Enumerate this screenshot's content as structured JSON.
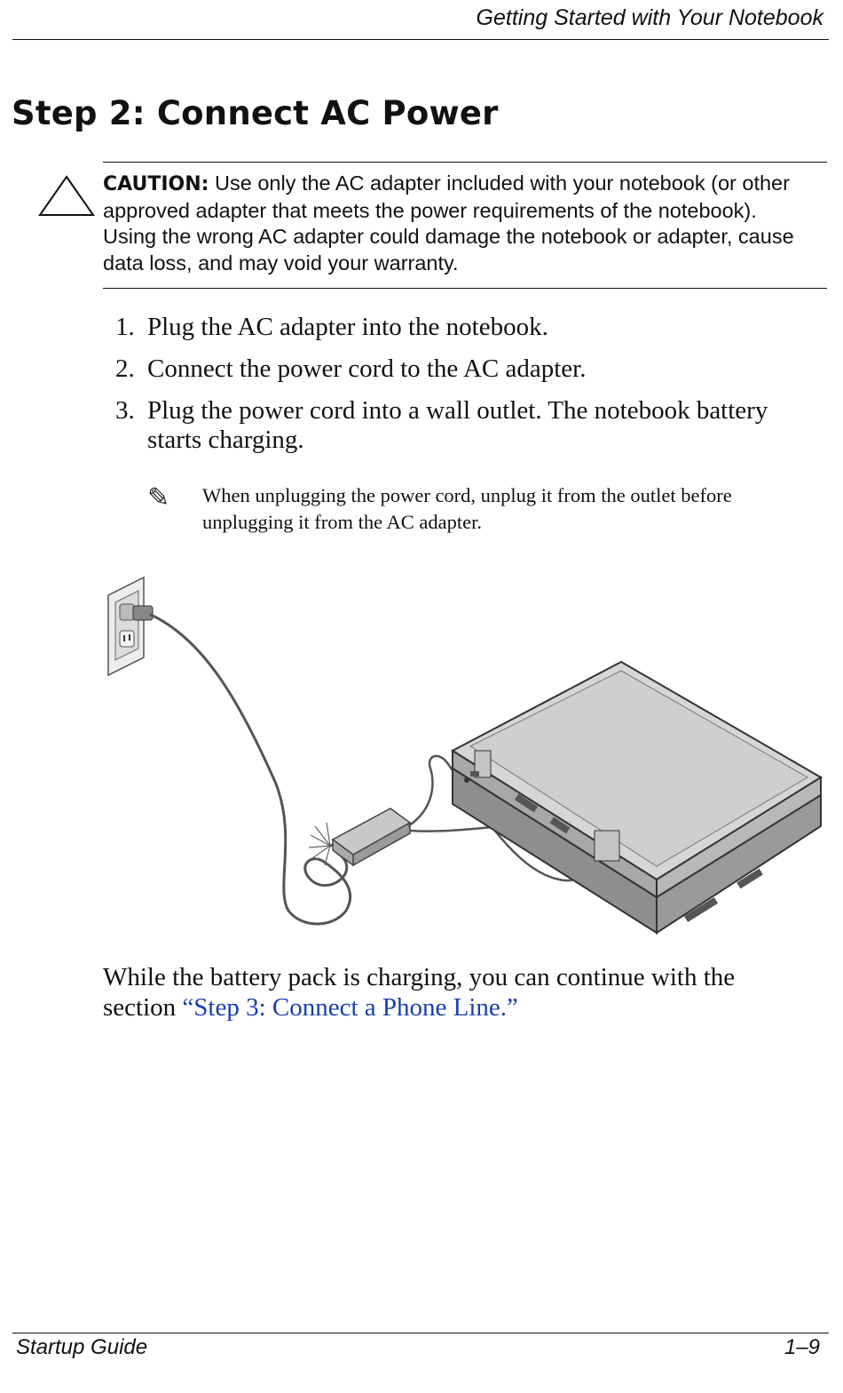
{
  "header": {
    "title": "Getting Started with Your Notebook"
  },
  "page_title": "Step 2: Connect AC Power",
  "caution": {
    "label": "CAUTION:",
    "text": "Use only the AC adapter included with your notebook (or other approved adapter that meets the power requirements of the notebook). Using the wrong AC adapter could damage the notebook or adapter, cause data loss, and may void your warranty."
  },
  "steps": [
    {
      "number": "1.",
      "text": "Plug the AC adapter into the notebook."
    },
    {
      "number": "2.",
      "text": "Connect the power cord to the AC adapter."
    },
    {
      "number": "3.",
      "text": "Plug the power cord into a wall outlet. The notebook battery starts charging."
    }
  ],
  "note": {
    "icon": "pencil-note-icon",
    "text": "When unplugging the power cord, unplug it from the outlet before unplugging it from the AC adapter."
  },
  "illustration": {
    "icons": [
      "wall-outlet-icon",
      "power-cord-icon",
      "ac-adapter-icon",
      "notebook-computer-icon"
    ]
  },
  "closing": {
    "text_before": "While the battery pack is charging, you can continue with the section ",
    "link_text": "“Step 3: Connect a Phone Line.”"
  },
  "footer": {
    "left": "Startup Guide",
    "right": "1–9"
  },
  "colors": {
    "text": "#111111",
    "link": "#1a3fb0",
    "background": "#ffffff"
  }
}
